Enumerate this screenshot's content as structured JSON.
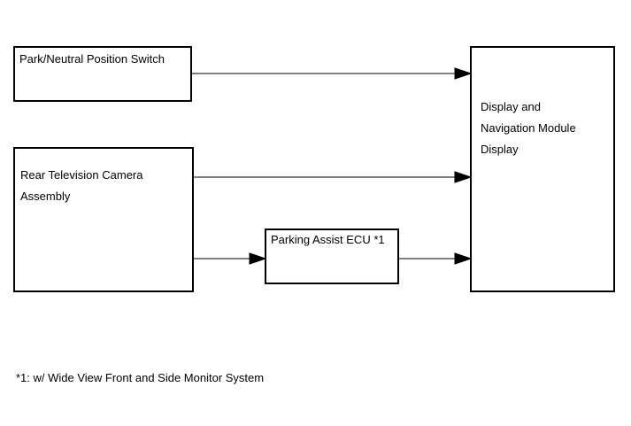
{
  "blocks": {
    "pn_switch": {
      "line1": "Park/Neutral Position Switch"
    },
    "rear_camera": {
      "line1": "Rear Television Camera",
      "line2": "Assembly"
    },
    "parking_ecu": {
      "line1": "Parking Assist ECU *1"
    },
    "display": {
      "line1": "Display and",
      "line2": "Navigation Module",
      "line3": "Display"
    }
  },
  "footnote": "*1: w/ Wide View Front and Side Monitor System"
}
